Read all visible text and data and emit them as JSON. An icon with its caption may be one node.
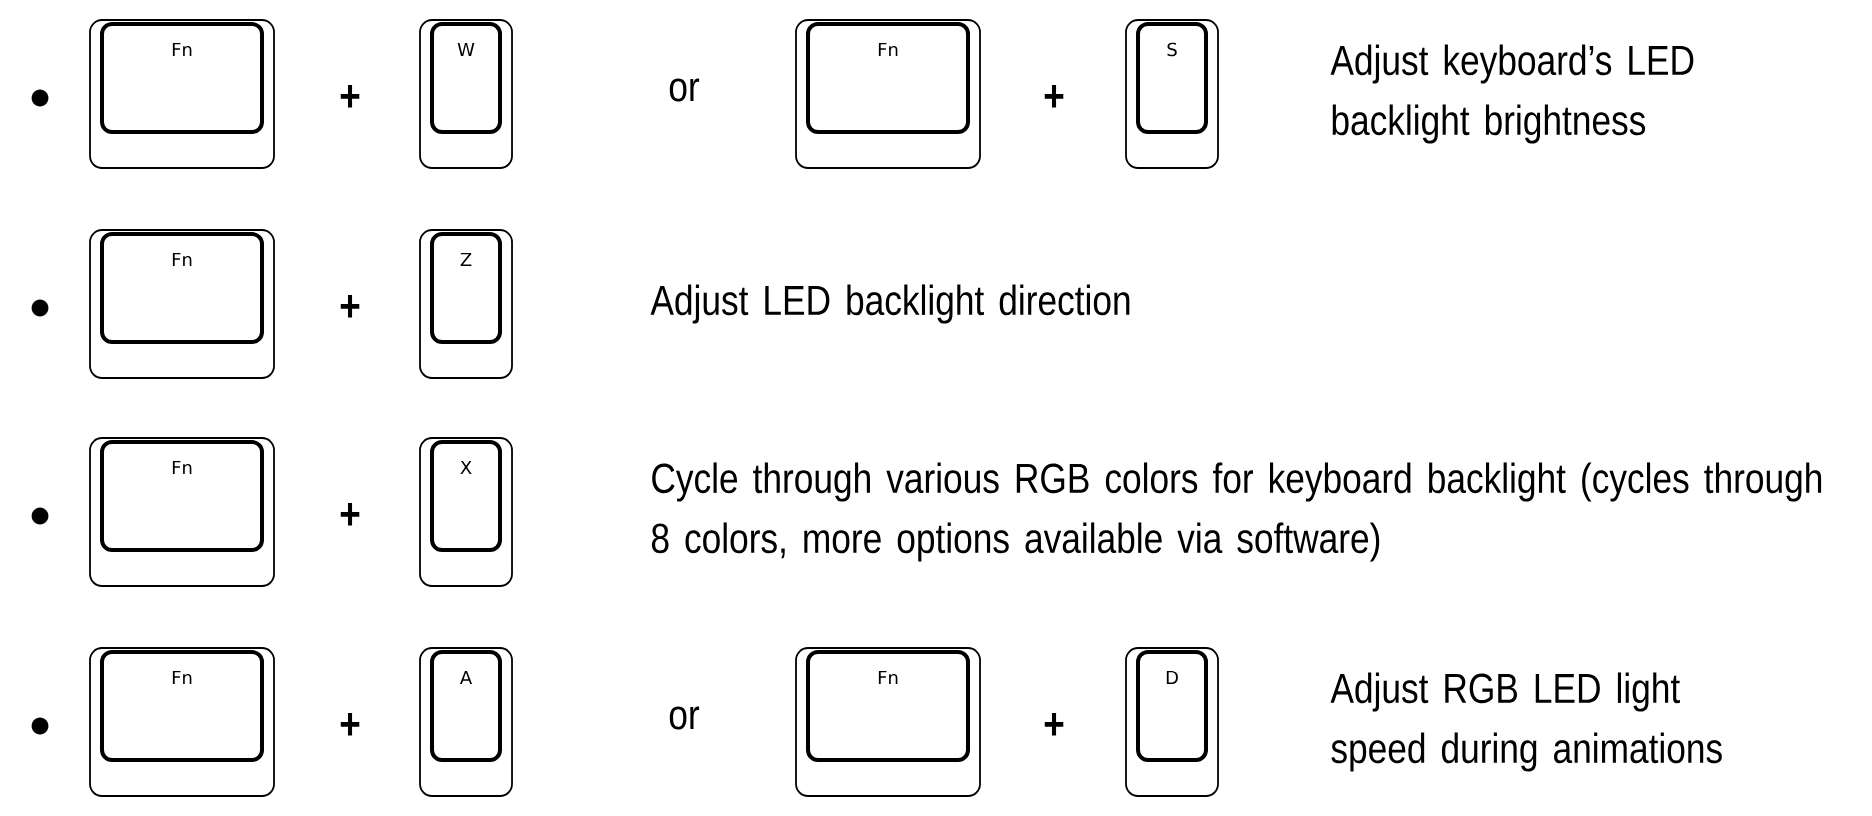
{
  "diagram": {
    "nodes": [
      {
        "text": [
          "Fn"
        ]
      },
      {
        "text": [
          "W"
        ]
      },
      {
        "text": [
          "Fn"
        ]
      },
      {
        "text": [
          "S"
        ]
      },
      {
        "text": [
          "Fn"
        ]
      },
      {
        "text": [
          "Z"
        ]
      },
      {
        "text": [
          "Fn"
        ]
      },
      {
        "text": [
          "X"
        ]
      },
      {
        "text": [
          "Fn"
        ]
      },
      {
        "text": [
          "A"
        ]
      },
      {
        "text": [
          "Fn"
        ]
      },
      {
        "text": [
          "D"
        ]
      }
    ],
    "labels": [
      "+",
      "or",
      "+",
      "Adjust keyboard’s LED backlight brightness",
      "+",
      "Adjust LED backlight direction",
      "+",
      "Cycle through various RGB colors for keyboard backlight (cycles through 8 colors, more options available via software)",
      "+",
      "or",
      "+",
      "Adjust RGB LED light speed during animations"
    ]
  }
}
